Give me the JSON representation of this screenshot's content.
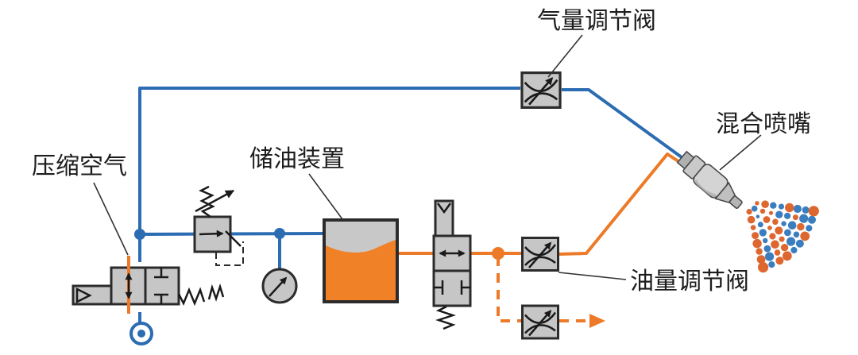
{
  "labels": {
    "compressed_air": "压缩空气",
    "oil_storage": "储油装置",
    "air_regulating_valve": "气量调节阀",
    "mixing_nozzle": "混合喷嘴",
    "oil_regulating_valve": "油量调节阀"
  },
  "colors": {
    "background": "#ffffff",
    "air-line": "#2b6cb2",
    "oil-line": "#ed7a28",
    "component-fill": "#c6c6c6",
    "component-border": "#2b2b2b",
    "tank-oil": "#f08127",
    "label-text": "#1d1d1d",
    "leader-line": "#333333",
    "spray-orange": "#dd672f",
    "spray-blue": "#3a7ec0"
  }
}
